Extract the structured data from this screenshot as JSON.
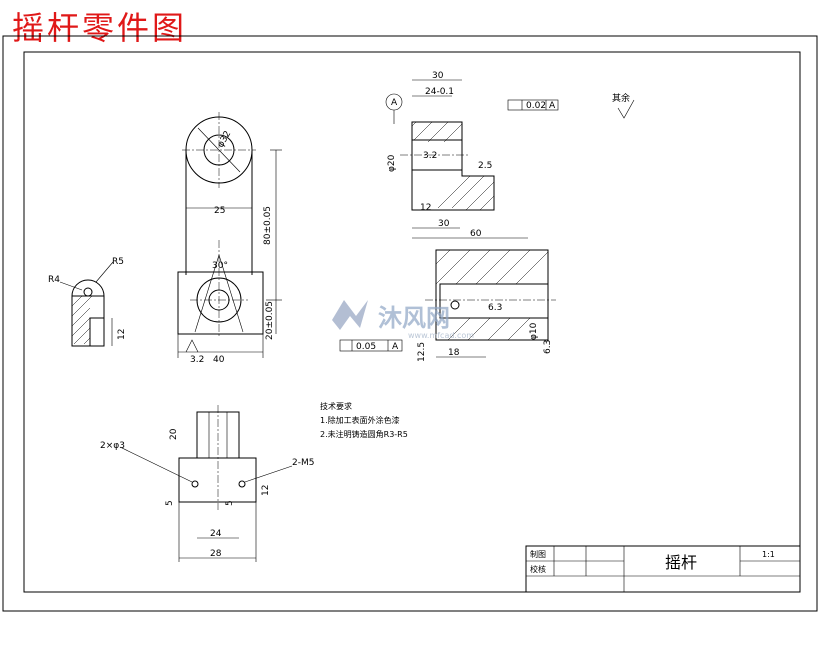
{
  "page_title": "摇杆零件图",
  "title_block": {
    "row1_label": "制图",
    "row2_label": "校核",
    "part_name": "摇杆",
    "scale": "1:1"
  },
  "technical_notes": {
    "heading": "技术要求",
    "items": [
      "1.除加工表面外涂色漆",
      "2.未注明铸造圆角R3-R5"
    ]
  },
  "front_view": {
    "dims": [
      "25",
      "80±0.05",
      "30°",
      "40",
      "20±0.05",
      "3.2",
      "φ32"
    ]
  },
  "left_view": {
    "dims": [
      "R4",
      "R5",
      "12"
    ]
  },
  "section_view": {
    "dims": [
      "30",
      "24-0.1",
      "0.02",
      "A",
      "φ20",
      "3.2",
      "2.5",
      "12",
      "30",
      "60",
      "18",
      "6.3",
      "φ10",
      "0.05",
      "A",
      "12.5",
      "6.3"
    ],
    "datum": "A"
  },
  "top_view": {
    "dims": [
      "2×φ3",
      "2-M5",
      "28",
      "24",
      "12",
      "5",
      "5",
      "20"
    ]
  },
  "surface_finish_note": "其余",
  "watermark": {
    "text": "沐风网",
    "url": "www.mfcad.com"
  }
}
